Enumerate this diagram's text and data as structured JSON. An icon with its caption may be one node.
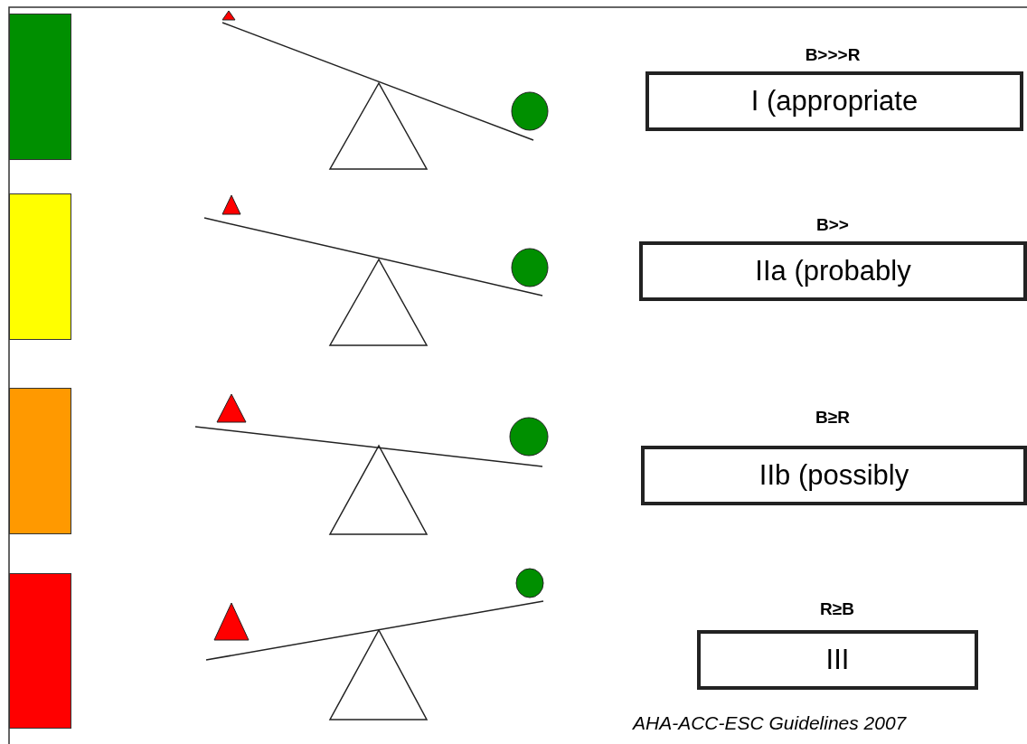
{
  "diagram": {
    "caption": "AHA-ACC-ESC Guidelines 2007",
    "nodes": [
      {
        "text": [
          "B>>>R",
          "I (appropriate"
        ]
      },
      {
        "text": [
          "B>>",
          "IIa (probably"
        ]
      },
      {
        "text": [
          "B≥R",
          "IIb (possibly"
        ]
      },
      {
        "text": [
          "R≥B",
          "III"
        ]
      }
    ]
  }
}
